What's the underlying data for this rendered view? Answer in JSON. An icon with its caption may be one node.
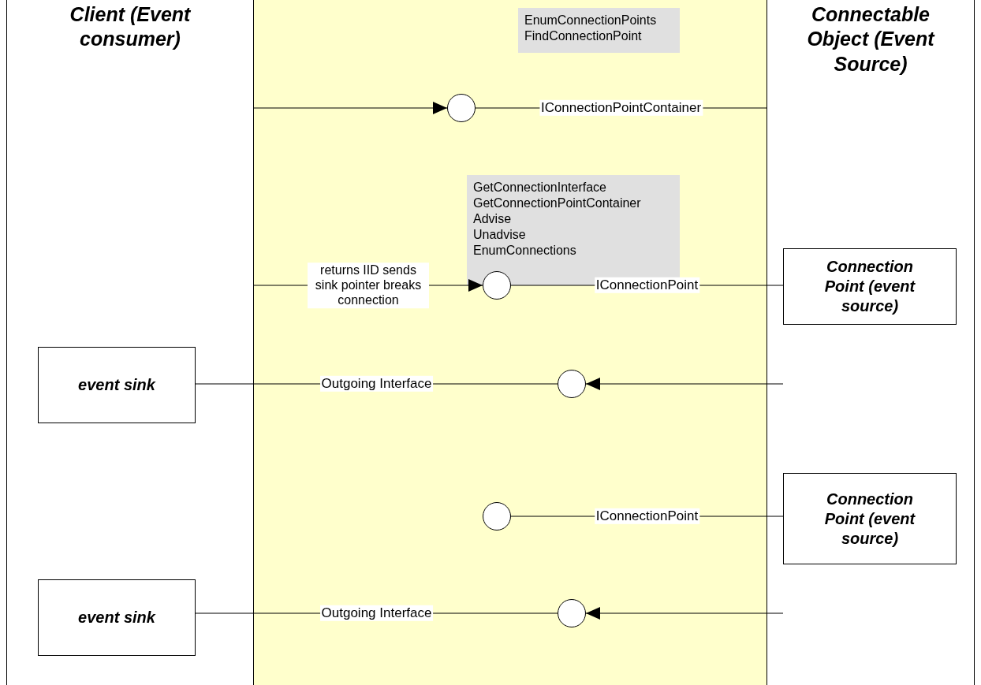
{
  "diagram": {
    "nodes": [
      {
        "text": [
          "Client (Event consumer)"
        ]
      },
      {
        "text": [
          "Connectable Object (Event Source)"
        ]
      },
      {
        "text": [
          "EnumConnectionPoints",
          "FindConnectionPoint"
        ]
      },
      {
        "text": [],
        "shape": "circle"
      },
      {
        "text": [
          "GetConnectionInterface",
          "GetConnectionPointContainer",
          "Advise",
          "Unadvise",
          "EnumConnections"
        ]
      },
      {
        "text": [],
        "shape": "circle"
      },
      {
        "text": [
          "Connection Point (event source)"
        ],
        "in": 1
      },
      {
        "text": [
          "event sink"
        ],
        "in": 0
      },
      {
        "text": [],
        "shape": "circle"
      },
      {
        "text": [],
        "shape": "circle"
      },
      {
        "text": [
          "Connection Point (event source)"
        ],
        "in": 1
      },
      {
        "text": [
          "event sink"
        ],
        "in": 0
      },
      {
        "text": [],
        "shape": "circle"
      }
    ],
    "edges": [
      {
        "from": 0,
        "to": 3,
        "arrow": "to"
      },
      {
        "from": 3,
        "to": 1,
        "arrow": "none",
        "label": "IConnectionPointContainer"
      },
      {
        "from": 0,
        "to": 5,
        "arrow": "to",
        "label": "returns IID sends sink pointer breaks connection"
      },
      {
        "from": 5,
        "to": 6,
        "arrow": "none",
        "label": "IConnectionPoint"
      },
      {
        "from": 7,
        "to": 8,
        "arrow": "none",
        "label": "Outgoing Interface"
      },
      {
        "from": 6,
        "to": 8,
        "arrow": "to"
      },
      {
        "from": 9,
        "to": 10,
        "arrow": "none",
        "label": "IConnectionPoint"
      },
      {
        "from": 11,
        "to": 12,
        "arrow": "none",
        "label": "Outgoing Interface"
      },
      {
        "from": 10,
        "to": 12,
        "arrow": "to"
      }
    ]
  }
}
